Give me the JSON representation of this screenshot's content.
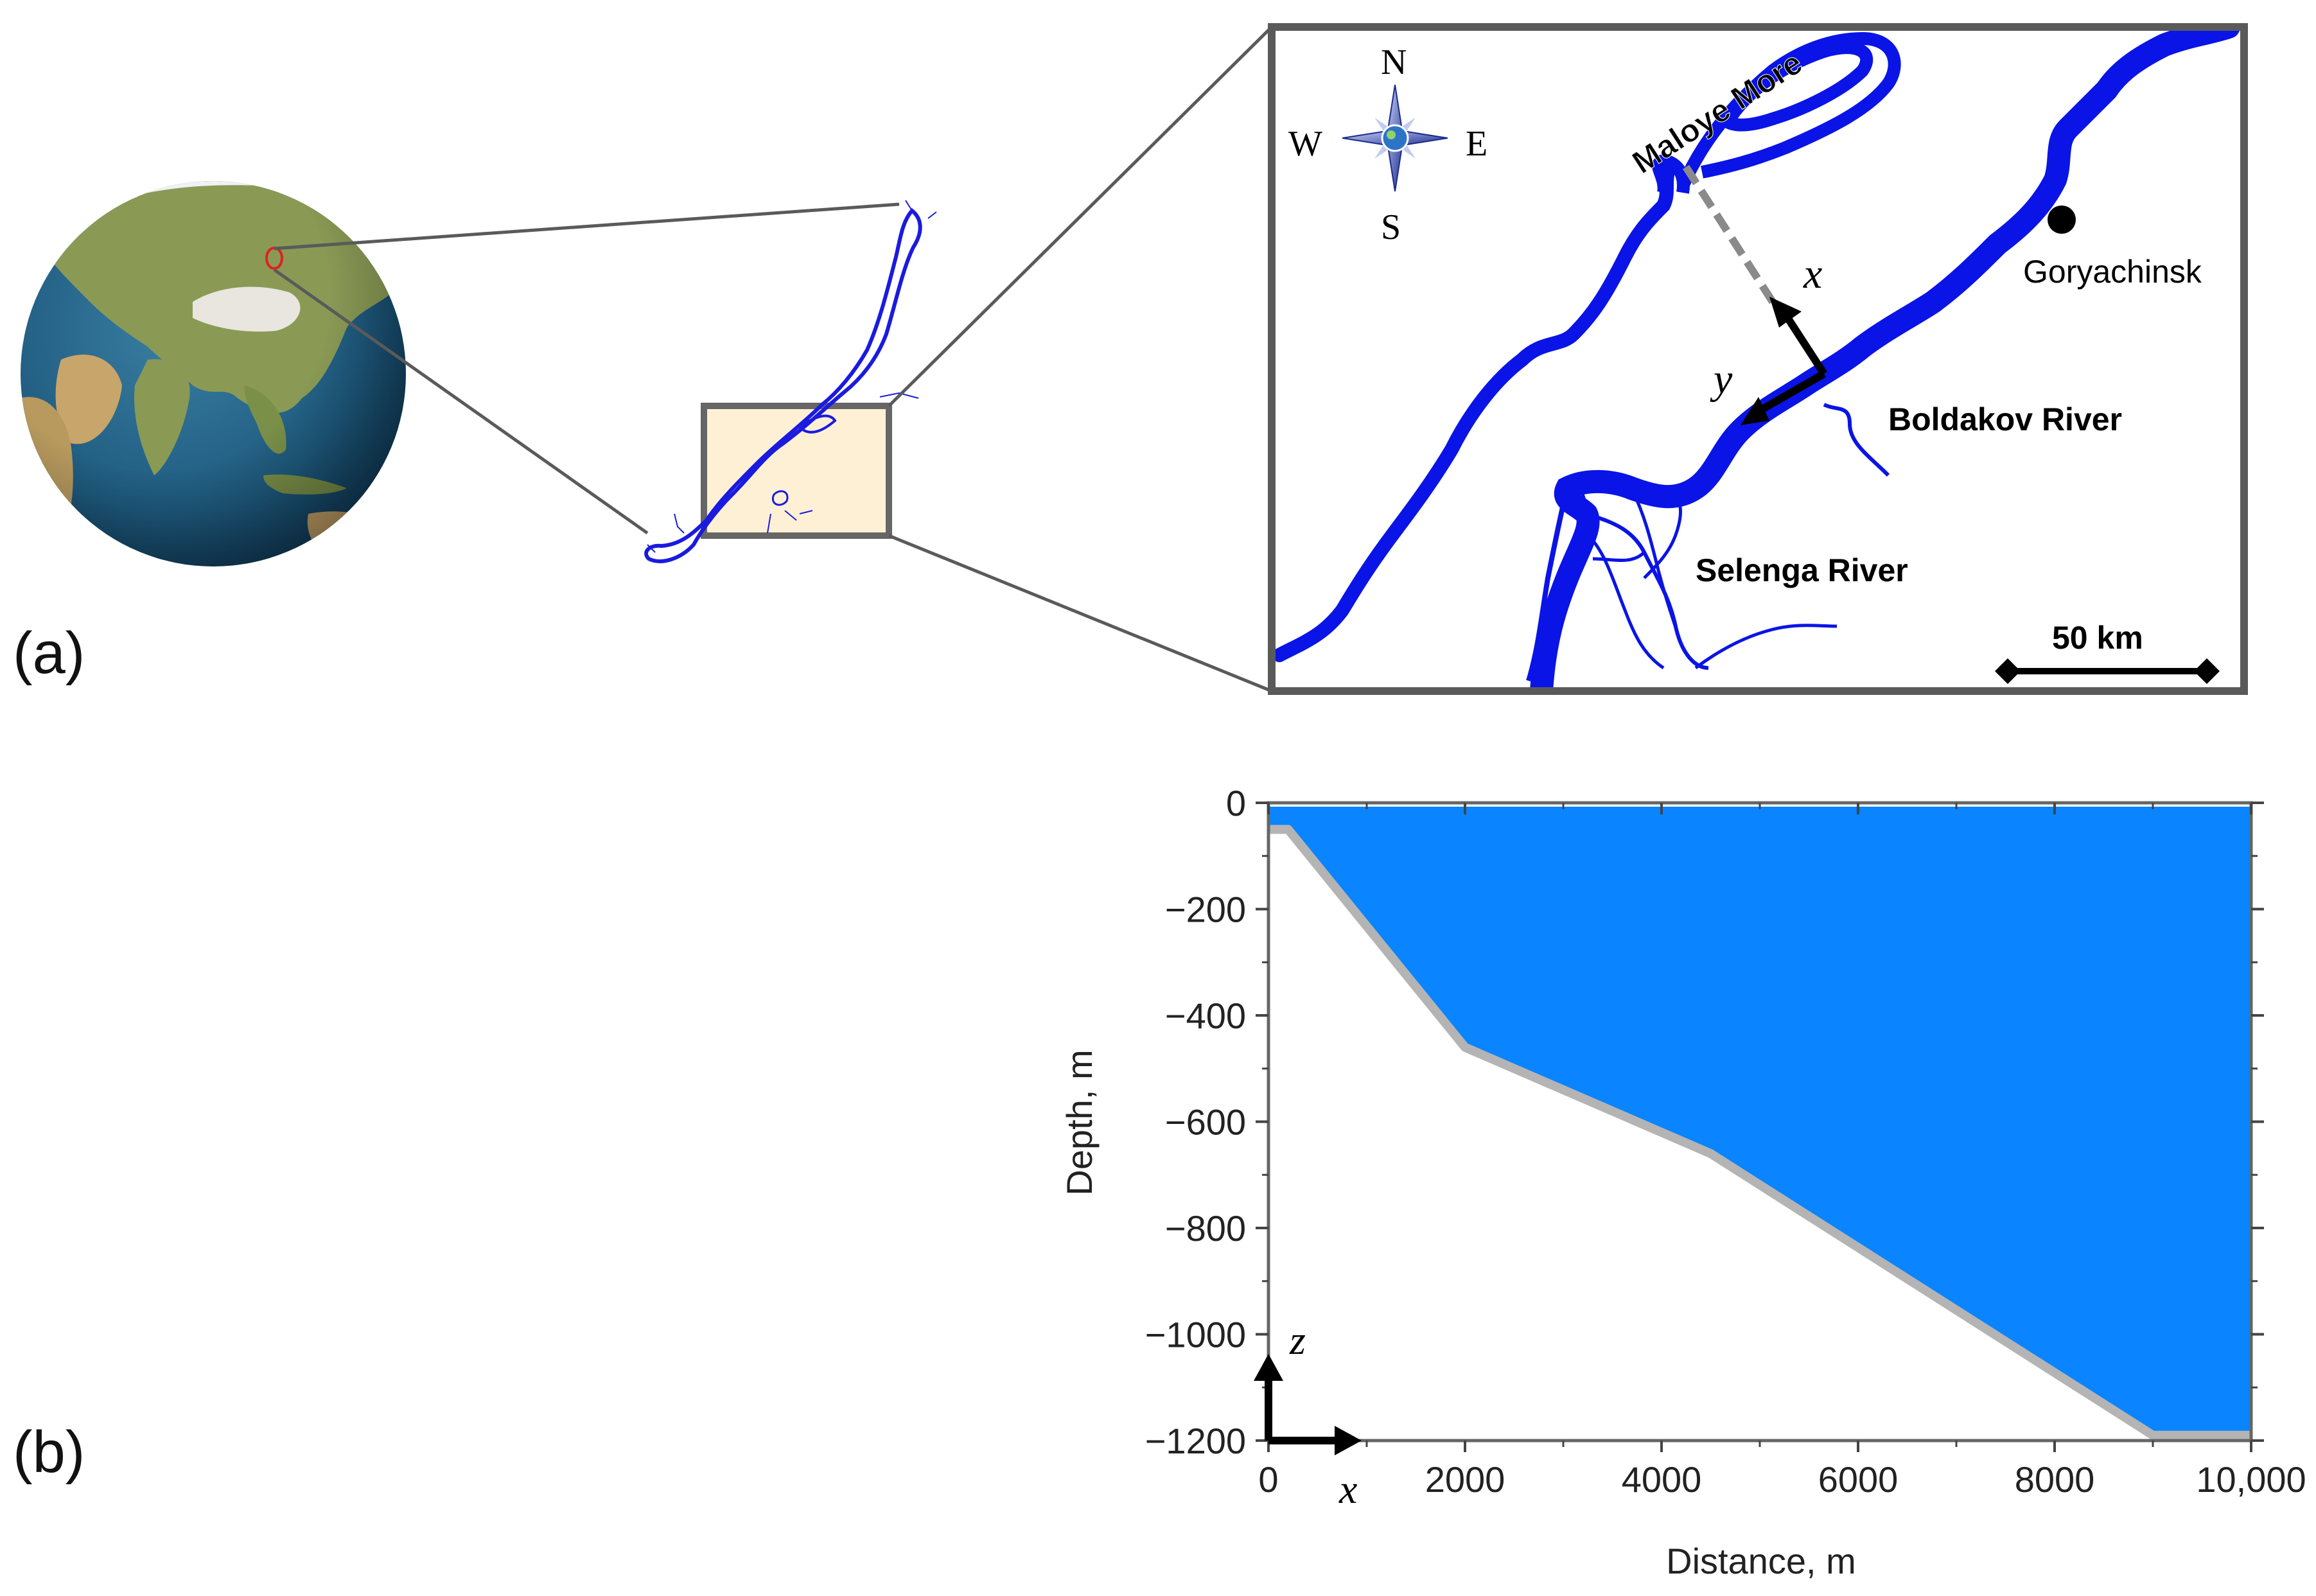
{
  "panel_labels": {
    "a": "(a)",
    "b": "(b)"
  },
  "compass": {
    "n": "N",
    "s": "S",
    "w": "W",
    "e": "E"
  },
  "map_labels": {
    "maloye_more": "Maloye More",
    "goryachinsk": "Goryachinsk",
    "boldakov": "Boldakov River",
    "selenga": "Selenga River",
    "scale": "50 km",
    "axis_x": "x",
    "axis_y": "y"
  },
  "colors": {
    "water": "#0a14e6",
    "section_fill": "#0a84ff",
    "bottom_line": "#b4b4b4",
    "frame": "#5a5a5a",
    "highlight_box": "#fdf0d5"
  },
  "chart_data": {
    "type": "area",
    "xlabel": "Distance, m",
    "ylabel": "Depth, m",
    "xlim": [
      0,
      10000
    ],
    "ylim": [
      -1200,
      0
    ],
    "xticks": [
      0,
      2000,
      4000,
      6000,
      8000,
      10000
    ],
    "xtick_labels": [
      "0",
      "2000",
      "4000",
      "6000",
      "8000",
      "10,000"
    ],
    "yticks": [
      0,
      -200,
      -400,
      -600,
      -800,
      -1000,
      -1200
    ],
    "ytick_labels": [
      "0",
      "−200",
      "−400",
      "−600",
      "−800",
      "−1000",
      "−1200"
    ],
    "bottom_profile": {
      "x": [
        0,
        200,
        2000,
        4500,
        9000,
        10000
      ],
      "y": [
        -50,
        -50,
        -460,
        -660,
        -1190,
        -1190
      ]
    },
    "inset_axes": {
      "z": "z",
      "x": "x"
    }
  }
}
